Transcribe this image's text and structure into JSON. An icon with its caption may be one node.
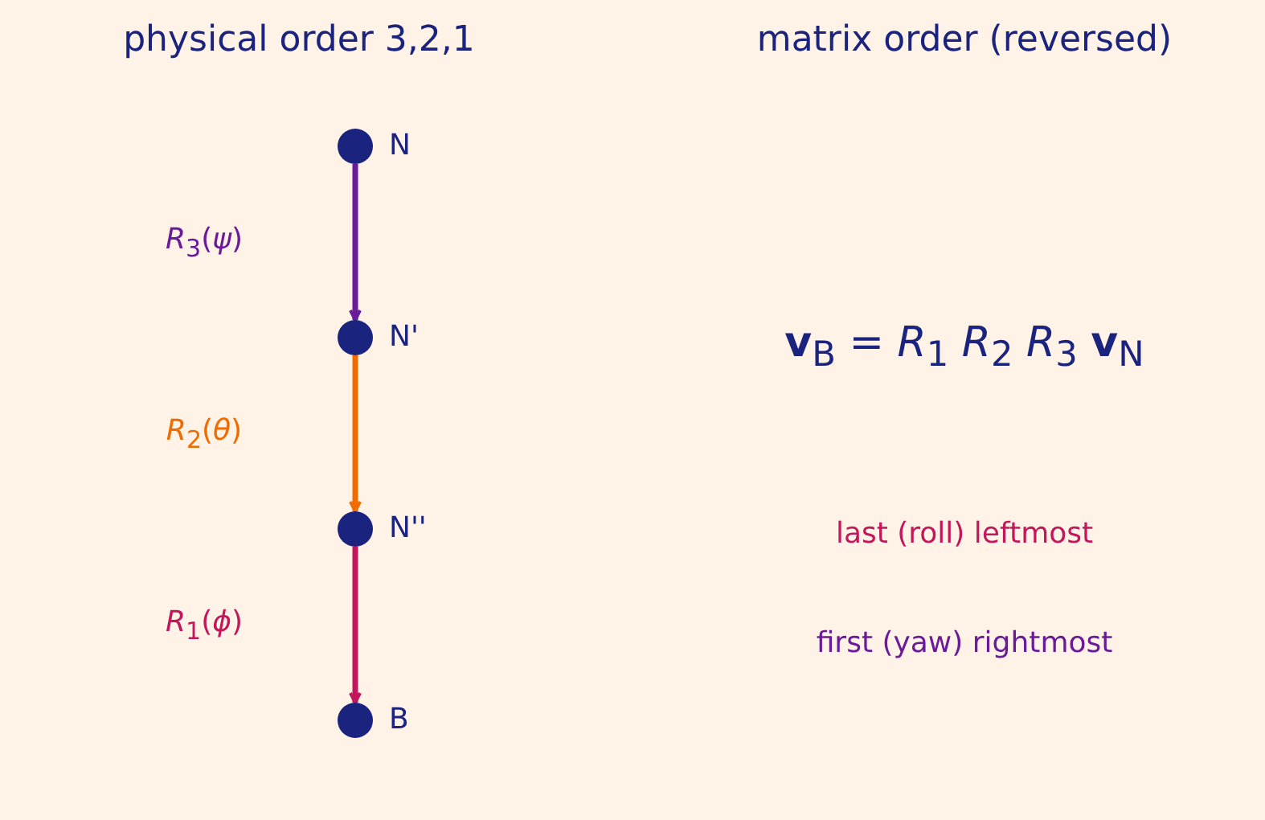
{
  "diagram": {
    "nodes": [
      {
        "text": [],
        "shape": "circle",
        "beside": [
          "N"
        ]
      },
      {
        "text": [],
        "shape": "circle",
        "beside": [
          "N'"
        ]
      },
      {
        "text": [],
        "shape": "circle",
        "beside": [
          "N''"
        ]
      },
      {
        "text": [],
        "shape": "circle",
        "beside": [
          "B"
        ]
      }
    ],
    "edges": [
      {
        "from": 0,
        "to": 1,
        "arrow": "to",
        "label": "*R*$_{3}$(*ψ*)",
        "color": "#6a1b9a"
      },
      {
        "from": 1,
        "to": 2,
        "arrow": "to",
        "label": "*R*$_{2}$(*θ*)",
        "color": "#ef6c00"
      },
      {
        "from": 2,
        "to": 3,
        "arrow": "to",
        "label": "*R*$_{1}$(*ϕ*)",
        "color": "#c2185b"
      }
    ],
    "labels": [
      "physical order 3,2,1",
      "matrix order (reversed)",
      "**v**$_{B}$ = *R*$_{1}$ *R*$_{2}$ *R*$_{3}$ **v**$_{N}$",
      "last (roll) leftmost",
      "first (yaw) rightmost"
    ]
  }
}
